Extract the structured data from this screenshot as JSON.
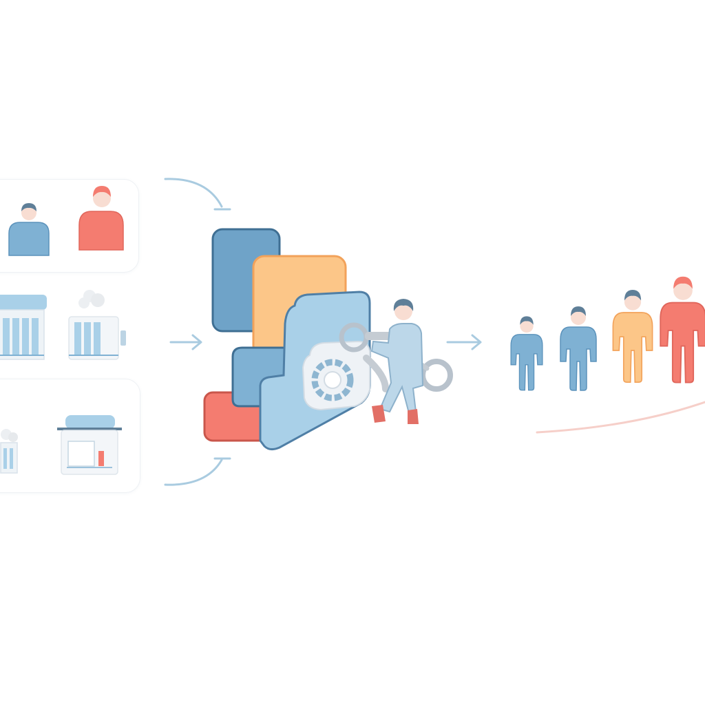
{
  "colors": {
    "blue": "#7fb1d3",
    "dark_blue": "#5b92bb",
    "light_blue": "#a9d0e8",
    "orange": "#fcc688",
    "orange_dark": "#f2a25a",
    "red": "#f47c70",
    "hair": "#5f7f98",
    "skin": "#f8ddd2",
    "arrow": "#a9cbe0",
    "gray": "#c5ccd3"
  },
  "icons": {
    "input_people": [
      "person-blue-icon",
      "person-red-icon"
    ],
    "input_buildings": [
      "building-blue-icon",
      "building-smoke-icon"
    ],
    "input_facilities": [
      "facility-smoke-icon",
      "facility-screen-icon"
    ],
    "process": [
      "stacked-layers-icon",
      "gear-icon",
      "engineer-icon"
    ],
    "output_people": [
      "person-small-blue-icon",
      "person-blue-icon",
      "person-orange-icon",
      "person-red-icon"
    ]
  },
  "output_figures": [
    {
      "color": "blue",
      "scale": 0.88
    },
    {
      "color": "blue",
      "scale": 1.0
    },
    {
      "color": "orange",
      "scale": 1.1
    },
    {
      "color": "red",
      "scale": 1.26
    }
  ]
}
